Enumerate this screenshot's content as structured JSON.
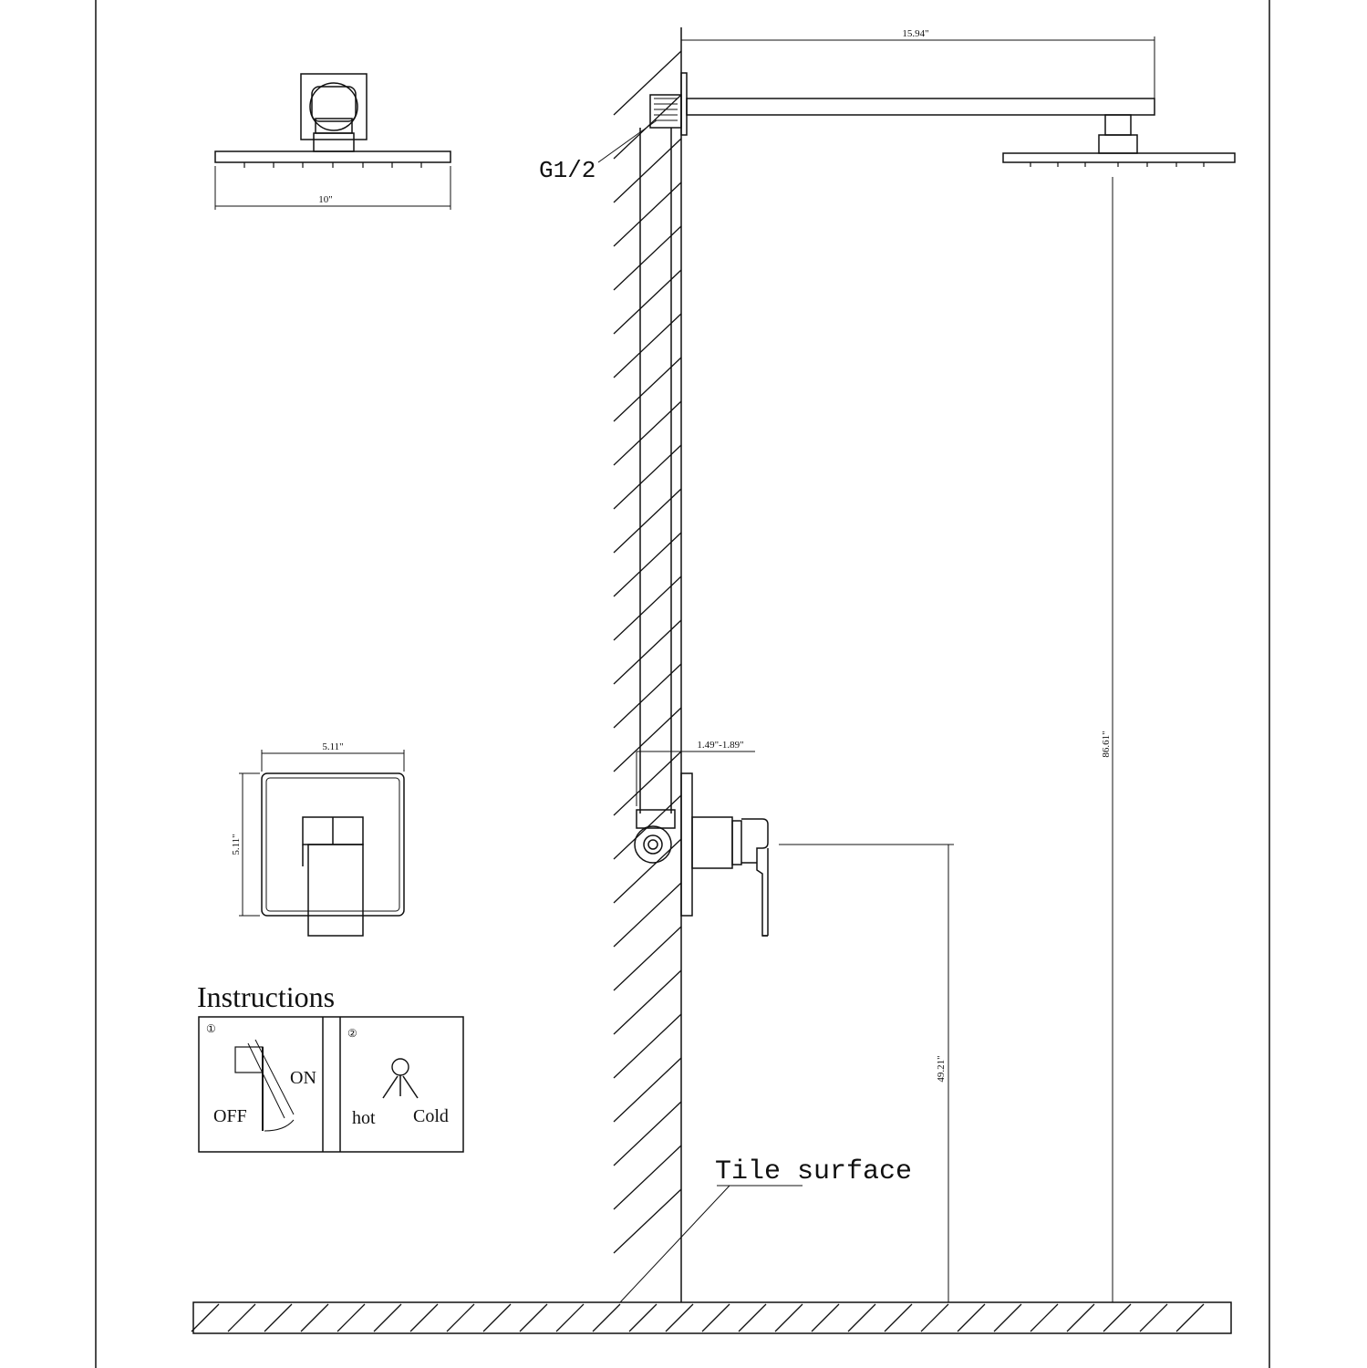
{
  "dimensions": {
    "arm_length": "15.94\"",
    "head_width": "10\"",
    "plate_width": "5.11\"",
    "plate_height": "5.11\"",
    "valve_depth": "1.49\"-1.89\"",
    "head_height": "86.61\"",
    "valve_height": "49.21\""
  },
  "labels": {
    "thread": "G1/2",
    "tile": "Tile surface",
    "instructions_title": "Instructions"
  },
  "instructions": {
    "step1_num": "①",
    "step2_num": "②",
    "on": "ON",
    "off": "OFF",
    "hot": "hot",
    "cold": "Cold"
  },
  "colors": {
    "line": "#111111",
    "background": "#ffffff"
  }
}
